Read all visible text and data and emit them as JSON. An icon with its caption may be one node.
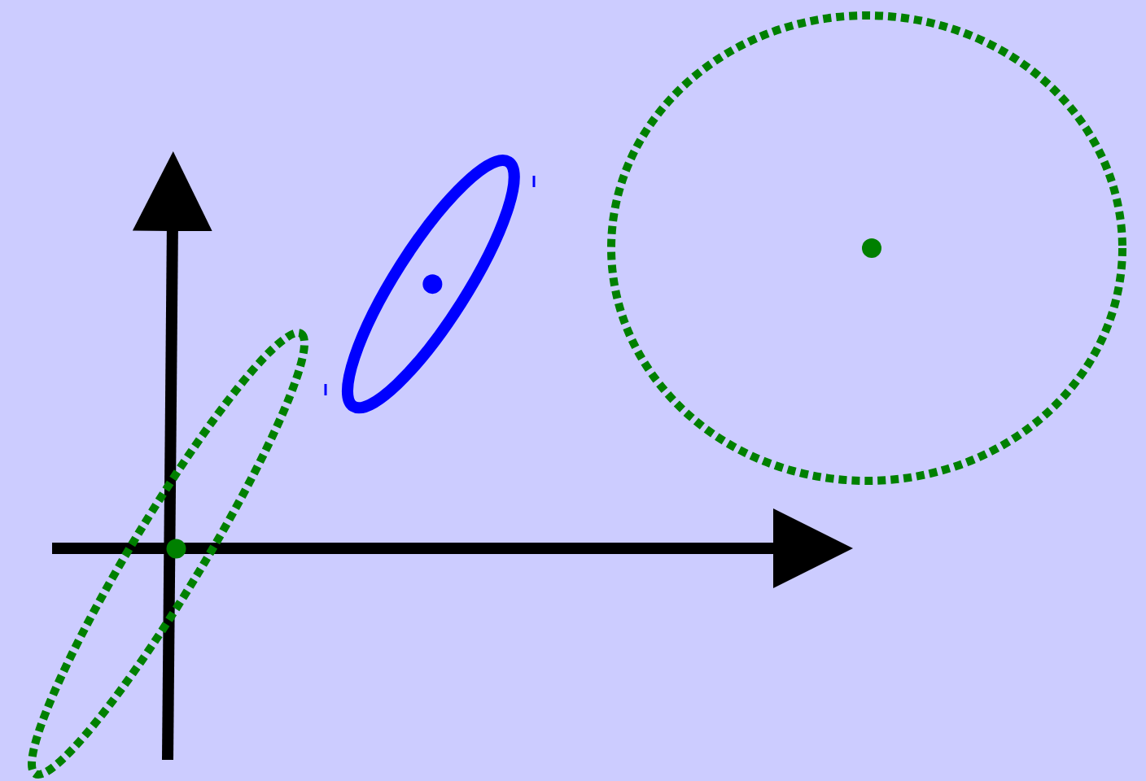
{
  "diagram": {
    "nodes": [
      {
        "text": [],
        "shape": "ellipse"
      },
      {
        "text": [],
        "shape": "ellipse"
      },
      {
        "text": [],
        "shape": "ellipse"
      }
    ]
  }
}
